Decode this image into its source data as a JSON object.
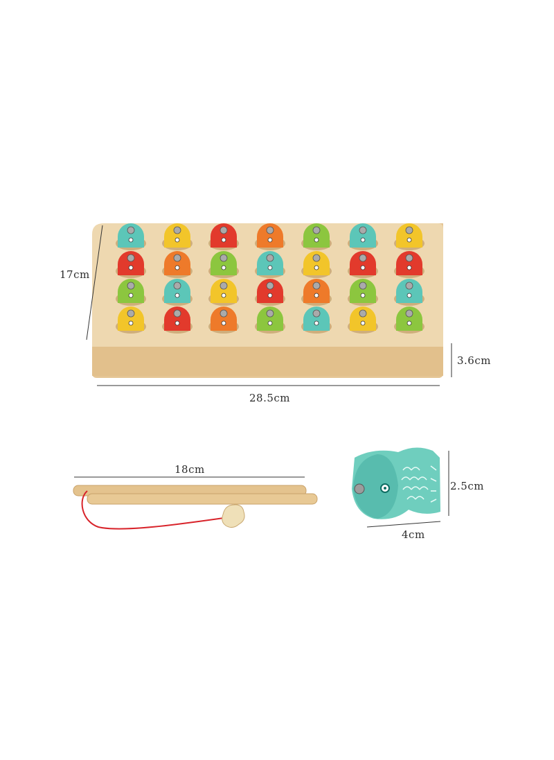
{
  "dimensions": {
    "board_height": "17cm",
    "board_width": "28.5cm",
    "board_depth": "3.6cm",
    "rod_length": "18cm",
    "fish_height": "2.5cm",
    "fish_width": "4cm"
  },
  "board": {
    "rows": 4,
    "cols": 7,
    "fish_colors": [
      [
        "teal",
        "yellow",
        "red",
        "orange",
        "green",
        "teal",
        "yellow"
      ],
      [
        "red",
        "orange",
        "green",
        "teal",
        "yellow",
        "red",
        "red"
      ],
      [
        "green",
        "teal",
        "yellow",
        "red",
        "orange",
        "green",
        "teal"
      ],
      [
        "yellow",
        "red",
        "orange",
        "green",
        "teal",
        "yellow",
        "green"
      ]
    ]
  },
  "palette": {
    "teal": "#5cc6b8",
    "yellow": "#f2c52a",
    "red": "#e23a2c",
    "orange": "#ee7a2a",
    "green": "#8cc63f",
    "wood": "#e9cfa3",
    "wood_dark": "#d9b987",
    "string": "#d8232a",
    "line": "#333333"
  }
}
